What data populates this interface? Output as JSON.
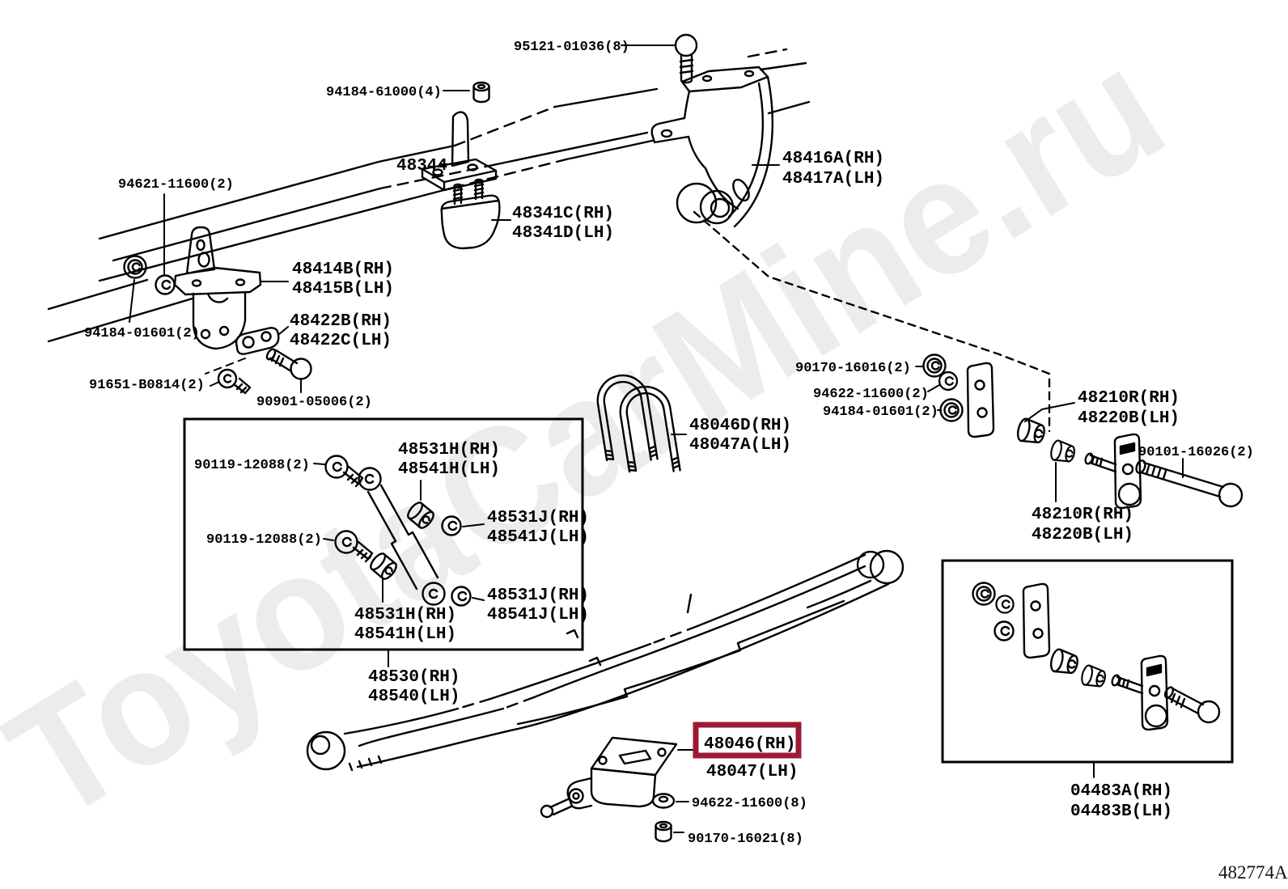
{
  "watermark": "ToyotaCarMine.ru",
  "diagram_code": "482774A",
  "highlight": {
    "part": "48046(RH)",
    "box_color": "#9b1b33"
  },
  "colors": {
    "line": "#000000",
    "watermark": "#ececec",
    "background": "#ffffff"
  },
  "labels": {
    "p95121": "95121-01036(8)",
    "p94184_61000": "94184-61000(4)",
    "p48344": "48344",
    "p48341c": "48341C(RH)",
    "p48341d": "48341D(LH)",
    "p48416a": "48416A(RH)",
    "p48417a": "48417A(LH)",
    "p94621": "94621-11600(2)",
    "p48414b": "48414B(RH)",
    "p48415b": "48415B(LH)",
    "p94184_01601": "94184-01601(2)",
    "p48422b": "48422B(RH)",
    "p48422c": "48422C(LH)",
    "p91651": "91651-B0814(2)",
    "p90901": "90901-05006(2)",
    "p90119": "90119-12088(2)",
    "p48531h": "48531H(RH)",
    "p48541h": "48541H(LH)",
    "p48531j": "48531J(RH)",
    "p48541j": "48541J(LH)",
    "p48530": "48530(RH)",
    "p48540": "48540(LH)",
    "p48046d": "48046D(RH)",
    "p48047a": "48047A(LH)",
    "p90170_16016": "90170-16016(2)",
    "p94622_2": "94622-11600(2)",
    "p48210r": "48210R(RH)",
    "p48220b": "48220B(LH)",
    "p90101": "90101-16026(2)",
    "p48046": "48046(RH)",
    "p48047": "48047(LH)",
    "p94622_8": "94622-11600(8)",
    "p90170_16021": "90170-16021(8)",
    "p04483a": "04483A(RH)",
    "p04483b": "04483B(LH)"
  }
}
